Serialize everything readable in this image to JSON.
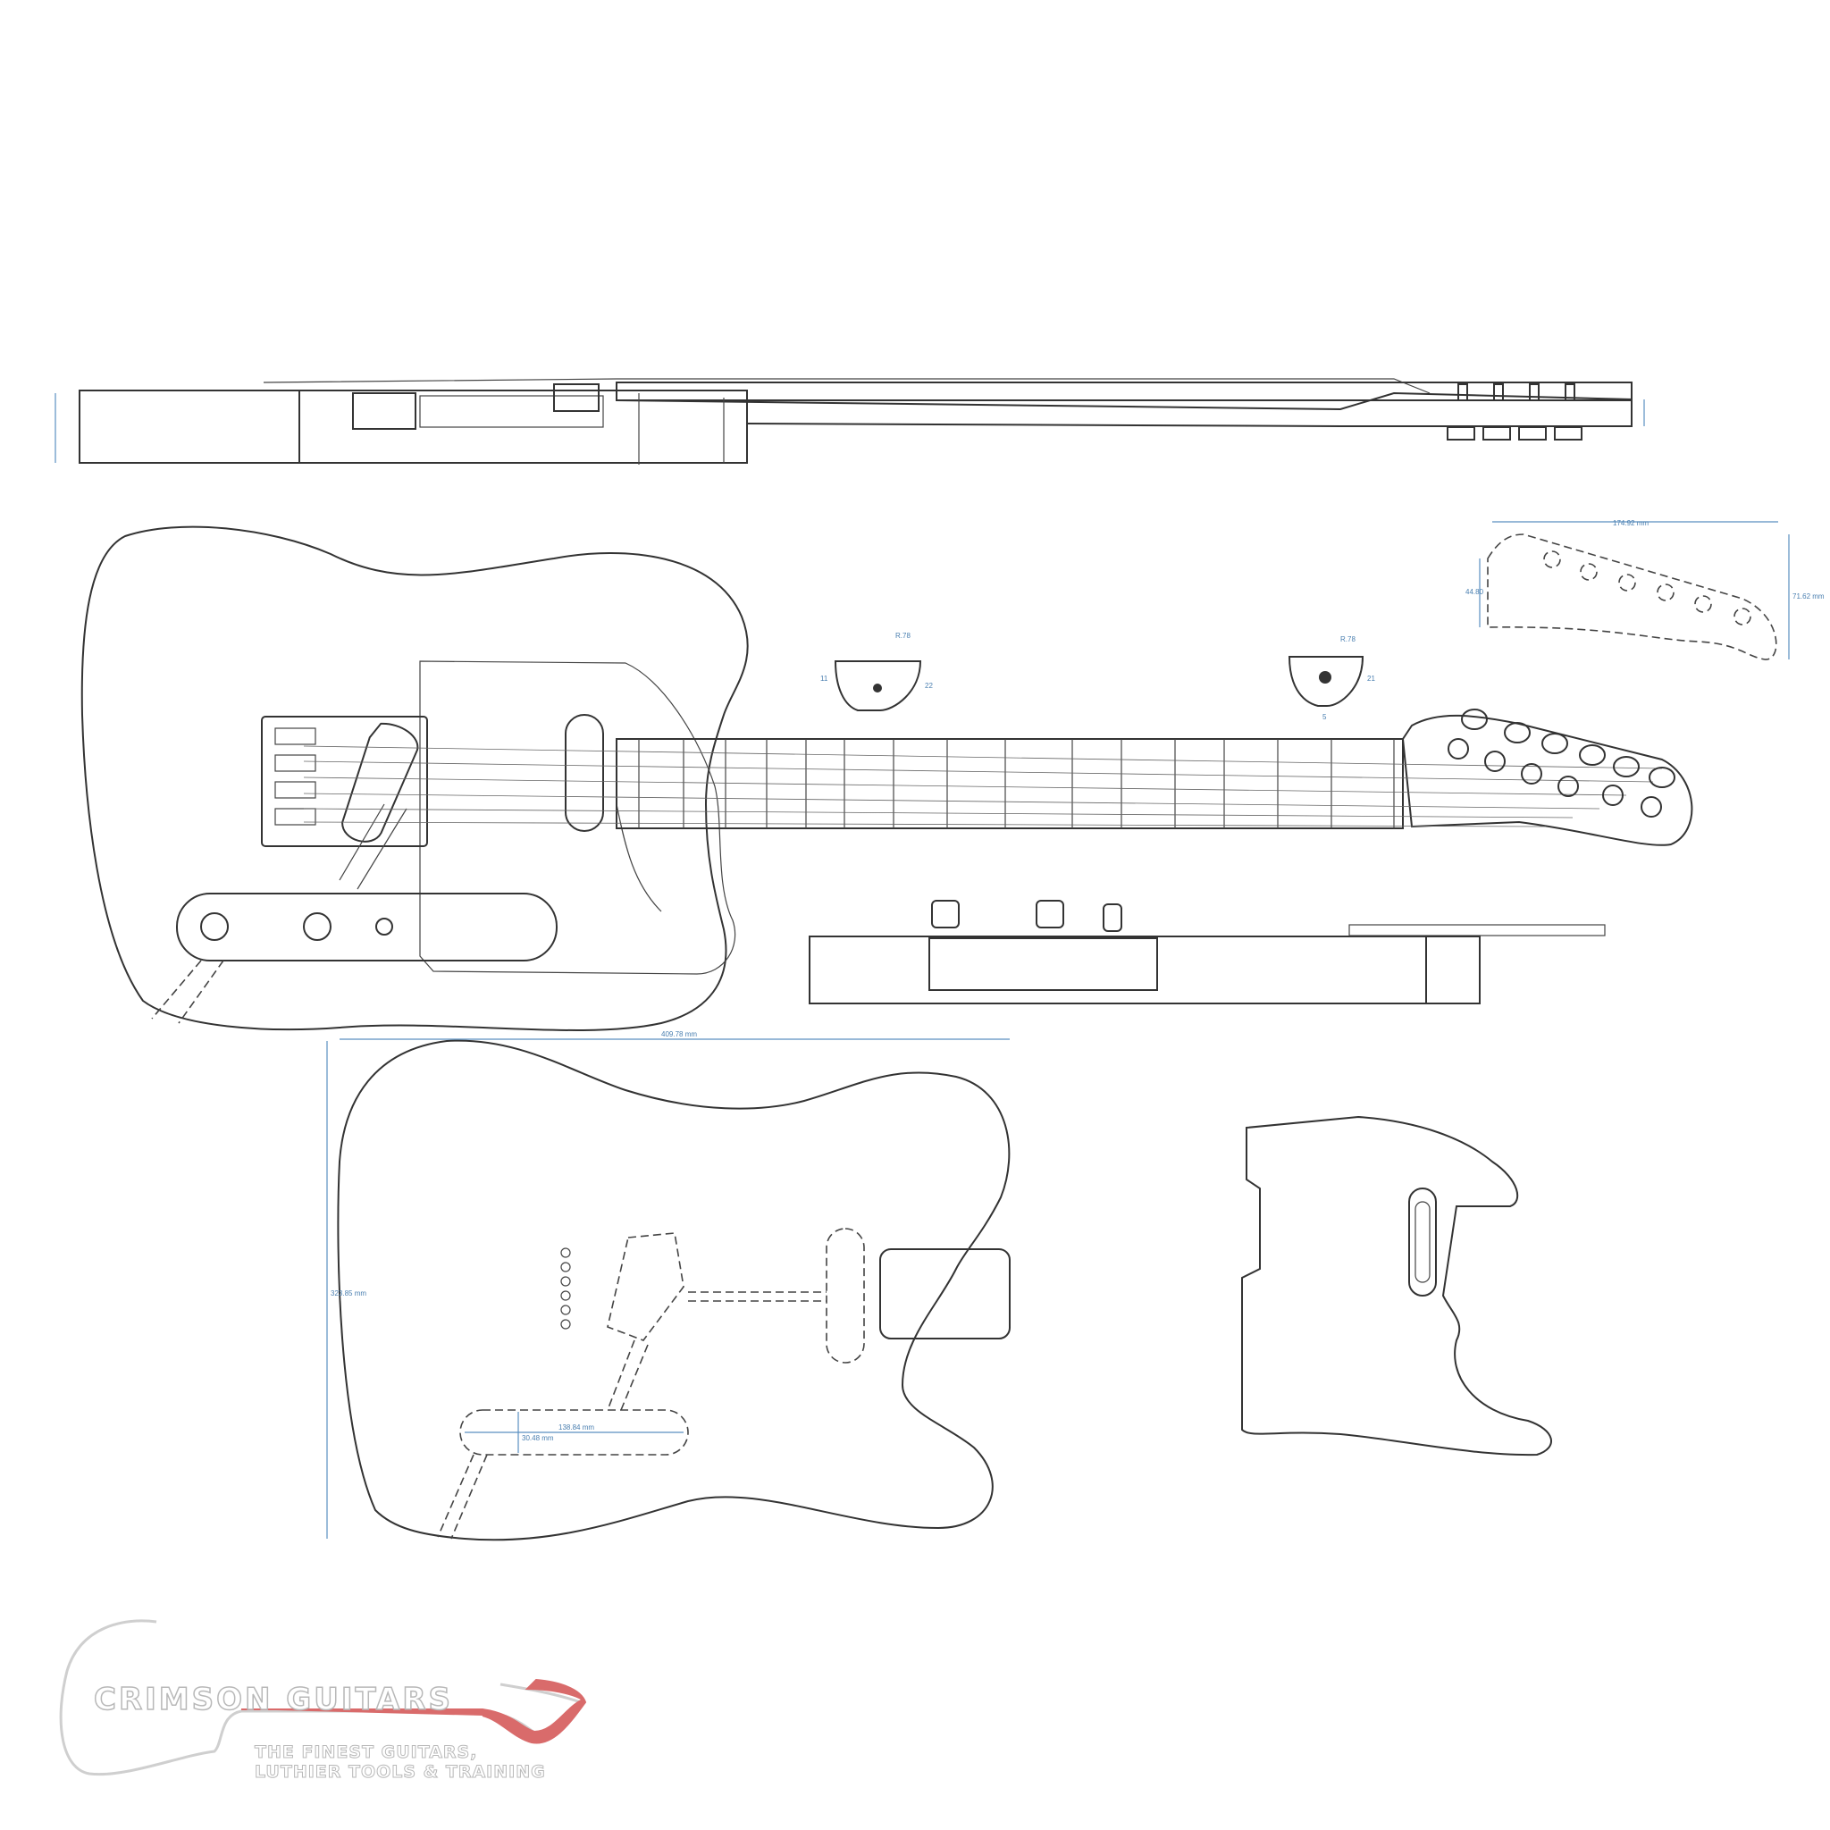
{
  "logo": {
    "brand": "CRIMSON GUITARS",
    "tagline_1": "THE FINEST GUITARS,",
    "tagline_2": "LUTHIER TOOLS & TRAINING",
    "accent_color": "#d96b6b",
    "outline_color": "#b8b8b8"
  },
  "dimensions": {
    "body_width": "409.78 mm",
    "body_height": "323.85 mm",
    "cavity_length": "138.84 mm",
    "cavity_width": "30.48 mm",
    "headstock_length": "174.92 mm",
    "headstock_height": "71.62 mm",
    "headstock_nut": "44.80",
    "section_1_radius": "R.78",
    "section_1_depth": "22",
    "section_1_offset": "11",
    "section_2_radius": "R.78",
    "section_2_depth": "21",
    "section_2_width": "5"
  },
  "colors": {
    "line": "#333333",
    "dimension": "#4a7fb0"
  }
}
